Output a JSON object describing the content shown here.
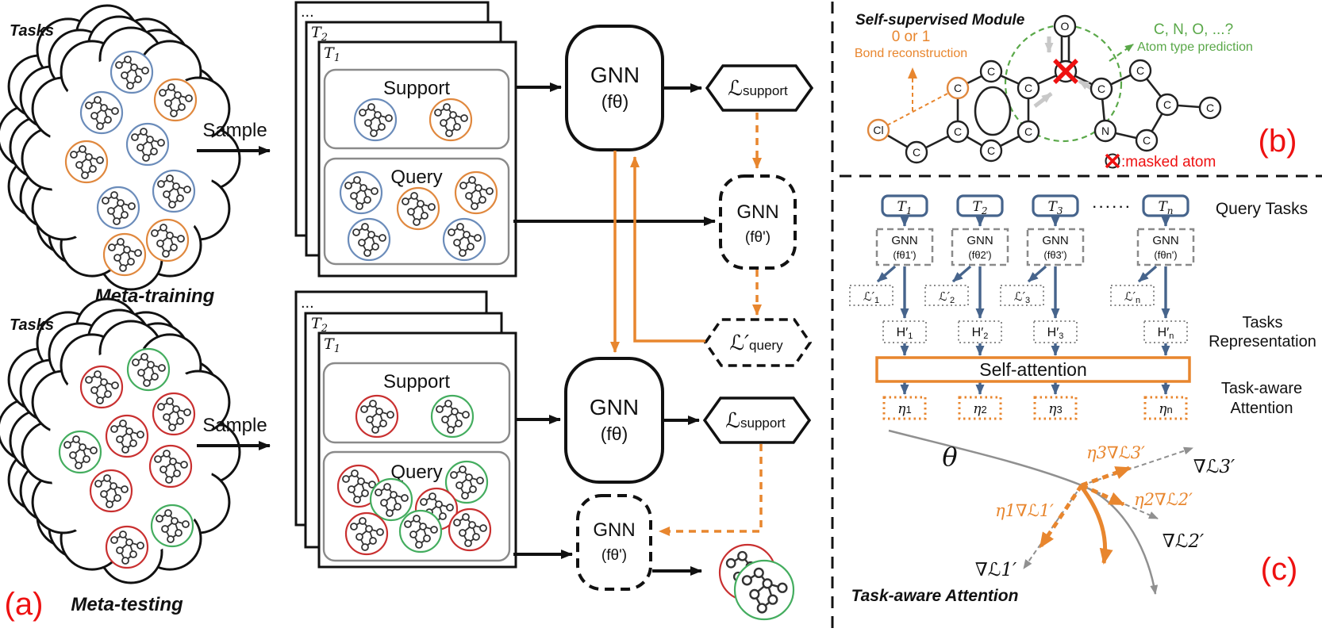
{
  "colors": {
    "accent_orange": "#e8862e",
    "slate_blue": "#46648c",
    "graph_blue": "#6b8cba",
    "graph_orange": "#e0883e",
    "graph_red": "#c93030",
    "graph_green": "#44ad5f",
    "annotation_green": "#5aa849",
    "label_red": "#ee1111"
  },
  "panel_a": {
    "label": "(a)",
    "tasks_train": "Tasks",
    "tasks_test": "Tasks",
    "meta_training": "Meta-training",
    "meta_testing": "Meta-testing",
    "sample_train": "Sample",
    "sample_test": "Sample",
    "stack_train": {
      "dots": "...",
      "t2_base": "T",
      "t2_sub": "2",
      "t1_base": "T",
      "t1_sub": "1",
      "support": "Support",
      "query": "Query"
    },
    "stack_test": {
      "dots": "...",
      "t2_base": "T",
      "t2_sub": "2",
      "t1_base": "T",
      "t1_sub": "1",
      "support": "Support",
      "query": "Query"
    },
    "gnn_train": {
      "name": "GNN",
      "param": "(fθ)"
    },
    "gnn_train_adapted": {
      "name": "GNN",
      "param": "(fθ')"
    },
    "gnn_test": {
      "name": "GNN",
      "param": "(fθ)"
    },
    "gnn_test_adapted": {
      "name": "GNN",
      "param": "(fθ')"
    },
    "loss_support_train": {
      "symbol": "ℒ",
      "sub": "support"
    },
    "loss_query_train": {
      "symbol": "ℒ′",
      "sub": "query"
    },
    "loss_support_test": {
      "symbol": "ℒ",
      "sub": "support"
    }
  },
  "panel_b": {
    "label": "(b)",
    "title": "Self-supervised Module",
    "bond_value": "0 or 1",
    "bond_task": "Bond reconstruction",
    "atom_options": "C, N, O, ...?",
    "atom_task": "Atom type prediction",
    "masked_legend": ":masked atom",
    "atoms": [
      "Cl",
      "C",
      "C",
      "C",
      "C",
      "C",
      "C",
      "C",
      "O",
      "C",
      "C",
      "C",
      "C",
      "N",
      "C"
    ]
  },
  "panel_c": {
    "label": "(c)",
    "dots": "······",
    "query_tasks": "Query Tasks",
    "rep_line1": "Tasks",
    "rep_line2": "Representation",
    "att_line1": "Task-aware",
    "att_line2": "Attention",
    "self_attention": "Self-attention",
    "theta": "θ",
    "title": "Task-aware Attention",
    "columns": [
      {
        "t": "T",
        "t_sub": "1",
        "gnn": "GNN",
        "param": "(fθ1')",
        "loss": "ℒ′",
        "loss_sub": "1",
        "h": "H′",
        "h_sub": "1",
        "eta": "η",
        "eta_sub": "1"
      },
      {
        "t": "T",
        "t_sub": "2",
        "gnn": "GNN",
        "param": "(fθ2')",
        "loss": "ℒ′",
        "loss_sub": "2",
        "h": "H′",
        "h_sub": "2",
        "eta": "η",
        "eta_sub": "2"
      },
      {
        "t": "T",
        "t_sub": "3",
        "gnn": "GNN",
        "param": "(fθ3')",
        "loss": "ℒ′",
        "loss_sub": "3",
        "h": "H′",
        "h_sub": "3",
        "eta": "η",
        "eta_sub": "3"
      },
      {
        "t": "T",
        "t_sub": "n",
        "gnn": "GNN",
        "param": "(fθn')",
        "loss": "ℒ′",
        "loss_sub": "n",
        "h": "H′",
        "h_sub": "n",
        "eta": "η",
        "eta_sub": "n"
      }
    ],
    "gradients": {
      "g1_weighted": "η1∇ℒ1′",
      "g1": "∇ℒ1′",
      "g2_weighted": "η2∇ℒ2′",
      "g2": "∇ℒ2′",
      "g3_weighted": "η3∇ℒ3′",
      "g3": "∇ℒ3′"
    }
  }
}
